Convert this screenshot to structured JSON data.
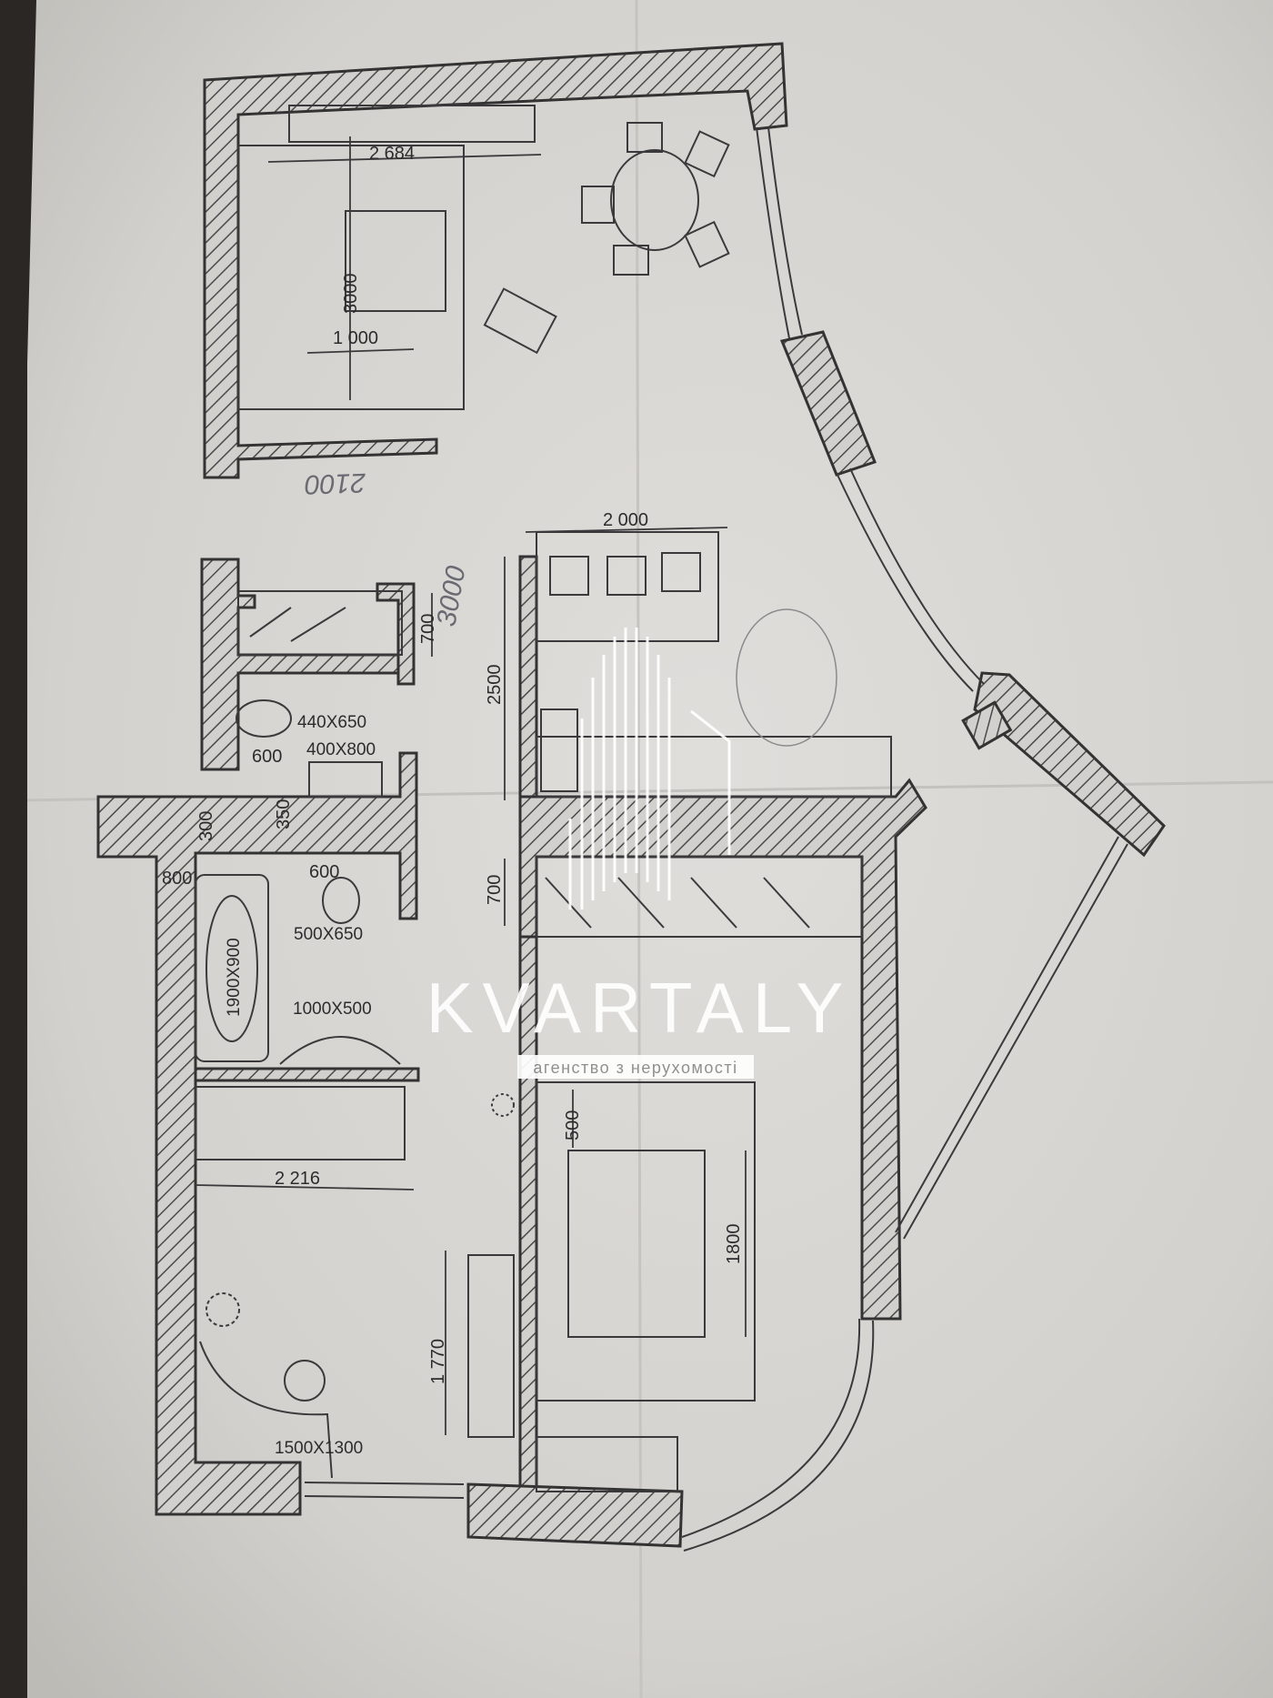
{
  "plan": {
    "dims": {
      "living_width": "2 684",
      "living_depth": "3000",
      "living_inner": "1 000",
      "kitchen_width": "2 000",
      "closet_depth": "700",
      "kitchen_depth": "2500",
      "wardrobe_depth": "700",
      "wc_small": "600",
      "bath_wall": "350",
      "bath_gap": "300",
      "bath_left": "800",
      "bath_wc": "600",
      "hall_width": "2 216",
      "hall_length": "1 770",
      "bed_offset": "500",
      "bed_width": "1800"
    },
    "items": {
      "toilet": "440X650",
      "sink": "400X800",
      "toilet2": "500X650",
      "bathtub": "1900X900",
      "basin": "1000X500",
      "entry": "1500X1300"
    },
    "handwritten": {
      "note_2100": "2100",
      "note_3000": "3000"
    }
  },
  "watermark": {
    "brand": "KVARTALY",
    "tagline": "агенство з нерухомості"
  },
  "colors": {
    "paper": "#d7d5d1",
    "ink": "#3a3a3c",
    "hatch": "#4a4a4c",
    "watermark": "#ffffff"
  }
}
